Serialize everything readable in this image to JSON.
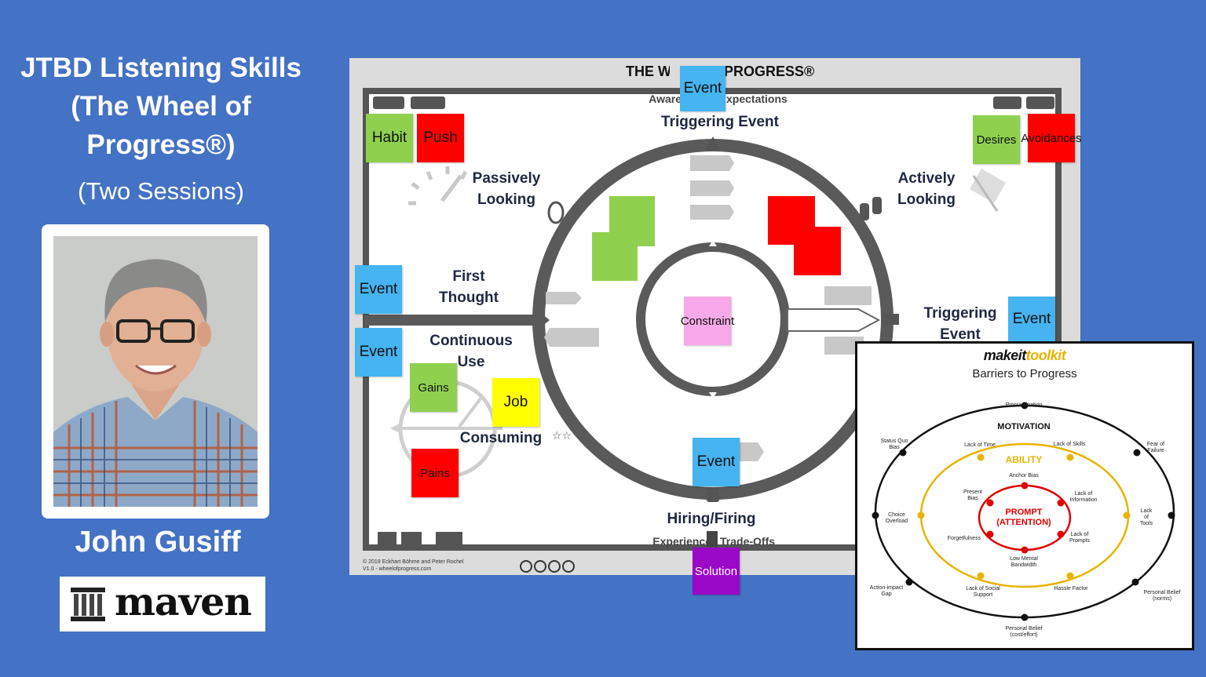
{
  "left": {
    "title": "JTBD Listening Skills\n(The Wheel of\nProgress®)",
    "subtitle": "(Two Sessions)",
    "name": "John Gusiff",
    "brand": "maven"
  },
  "wheel": {
    "heading_left": "THE WHE",
    "heading_right": "PROGRESS®",
    "subheading_left": "Aware",
    "subheading_right": "xpectations",
    "labels": {
      "triggering_top": "Triggering Event",
      "passively": "Passively\nLooking",
      "actively": "Actively\nLooking",
      "first_thought": "First\nThought",
      "triggering_right": "Triggering\nEvent",
      "continuous": "Continuous\nUse",
      "consuming": "Consuming",
      "hiring": "Hiring/Firing",
      "experience": "Experience",
      "tradeoffs": "Trade-Offs"
    },
    "stickies": {
      "event_top": "Event",
      "habit": "Habit",
      "push": "Push",
      "desires": "Desires",
      "avoidances": "Avoidances",
      "event_left1": "Event",
      "event_left2": "Event",
      "event_right": "Event",
      "constraint": "Constraint",
      "gains": "Gains",
      "job": "Job",
      "pains": "Pains",
      "event_bottom": "Event",
      "solution": "Solution"
    },
    "footer": {
      "copyright": "© 2019 Eckhart Böhme and Peter Rochel",
      "version": "V1.0 - wheelofprogress.com"
    }
  },
  "barriers": {
    "brand_a": "makeit",
    "brand_b": "toolkit",
    "title": "Barriers to Progress",
    "motivation": "MOTIVATION",
    "ability": "ABILITY",
    "prompt": "PROMPT\n(ATTENTION)",
    "outer": {
      "procrastination": "Procrastination",
      "status_quo": "Status Quo\nBias",
      "fear": "Fear of\nFailure",
      "choice": "Choice\nOverload",
      "lack_tools": "Lack\nof\nTools",
      "action_gap": "Action-impact\nGap",
      "belief_norms": "Personal Belief\n(norms)",
      "belief_cost": "Personal Belief\n(cost/effort)"
    },
    "middle": {
      "lack_time": "Lack of Time",
      "lack_skills": "Lack of Skills",
      "lack_social": "Lack of Social\nSupport",
      "hassle": "Hassle Factor"
    },
    "inner": {
      "anchor": "Anchor Bias",
      "present": "Present\nBias",
      "lack_info": "Lack of\nInformation",
      "forgetfulness": "Forgetfulness",
      "lack_prompts": "Lack of\nPrompts",
      "low_mental": "Low Mental\nBandwidth"
    }
  },
  "colors": {
    "background": "#4472c4",
    "sticky_blue": "#45b4f0",
    "sticky_green": "#8fd14f",
    "sticky_red": "#ff0000",
    "sticky_yellow": "#ffff00",
    "sticky_pink": "#f6a8e8",
    "sticky_purple": "#9a08c8",
    "ring_dark": "#555555",
    "ability_gold": "#e8b400",
    "prompt_red": "#e00000"
  }
}
